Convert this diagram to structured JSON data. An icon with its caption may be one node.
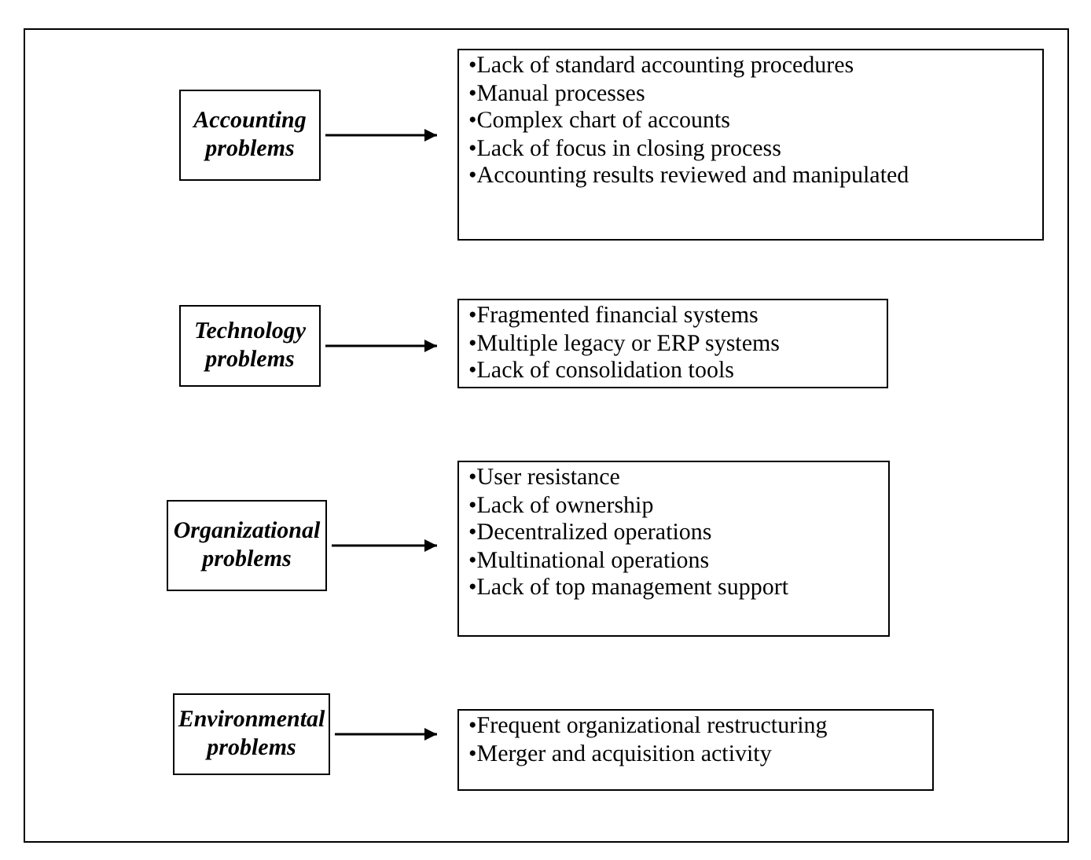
{
  "diagram": {
    "nodes": [
      {
        "text": [
          "Accounting problems"
        ]
      },
      {
        "text": [
          "•Lack of standard accounting procedures",
          "•Manual processes",
          "•Complex chart of accounts",
          "•Lack of focus in closing process",
          "•Accounting results reviewed and manipulated"
        ]
      },
      {
        "text": [
          "Technology problems"
        ]
      },
      {
        "text": [
          "•Fragmented financial systems",
          "•Multiple legacy or ERP systems",
          "•Lack of consolidation tools"
        ]
      },
      {
        "text": [
          "Organizational problems"
        ]
      },
      {
        "text": [
          "•User resistance",
          "•Lack of ownership",
          "•Decentralized operations",
          "•Multinational operations",
          "•Lack of top management support"
        ]
      },
      {
        "text": [
          "Environmental problems"
        ]
      },
      {
        "text": [
          "•Frequent organizational restructuring",
          "•Merger and acquisition activity"
        ]
      }
    ],
    "edges": [
      {
        "from": 0,
        "to": 1,
        "arrow": "to"
      },
      {
        "from": 2,
        "to": 3,
        "arrow": "to"
      },
      {
        "from": 4,
        "to": 5,
        "arrow": "to"
      },
      {
        "from": 6,
        "to": 7,
        "arrow": "to"
      }
    ]
  }
}
